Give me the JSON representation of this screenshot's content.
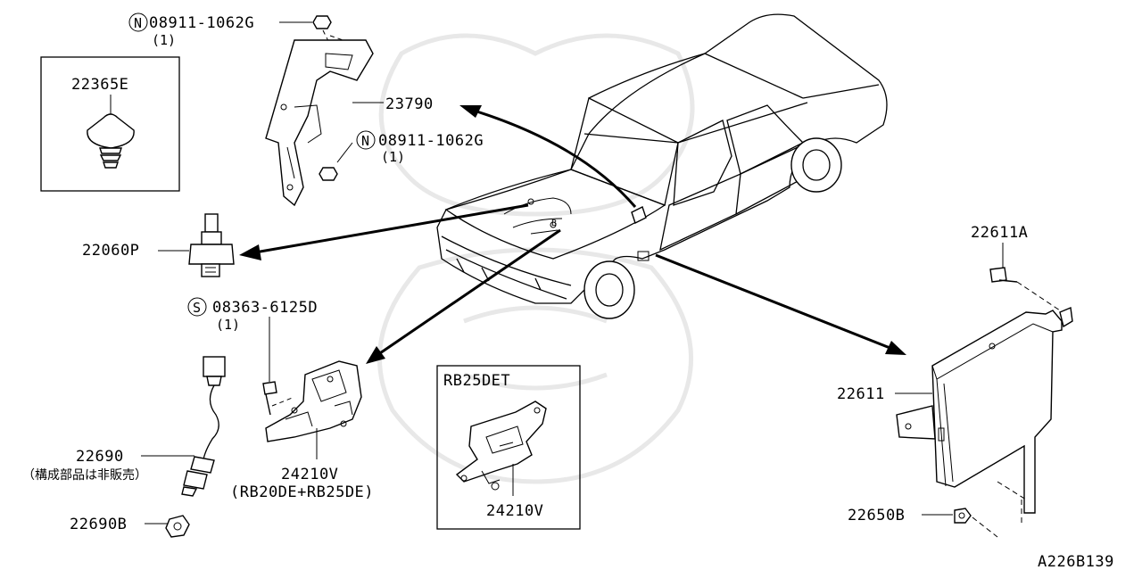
{
  "diagram_code": "A226B139",
  "parts": {
    "clip": {
      "number": "22365E"
    },
    "bracket_nut_top": {
      "prefix": "N",
      "number": "08911-1062G",
      "qty": "(1)"
    },
    "bracket": {
      "number": "23790"
    },
    "bracket_nut_lower": {
      "prefix": "N",
      "number": "08911-1062G",
      "qty": "(1)"
    },
    "sensor": {
      "number": "22060P"
    },
    "screw": {
      "prefix": "S",
      "number": "08363-6125D",
      "qty": "(1)"
    },
    "o2_sensor": {
      "number": "22690",
      "note": "（構成部品は非販売）"
    },
    "nut": {
      "number": "22690B"
    },
    "coil_bracket": {
      "number": "24210V",
      "variant": "(RB20DE+RB25DE)"
    },
    "rb25det_box": {
      "title": "RB25DET",
      "number": "24210V"
    },
    "ecu_bolt": {
      "number": "22611A"
    },
    "ecu": {
      "number": "22611"
    },
    "ecu_nut": {
      "number": "22650B"
    }
  }
}
